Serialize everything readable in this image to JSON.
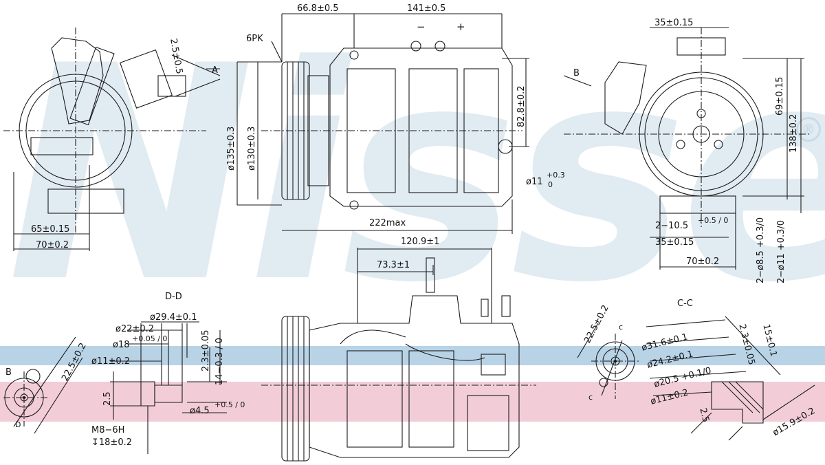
{
  "brand": {
    "watermark": "Nissens",
    "registered_mark": "®",
    "band_colors": {
      "blue": "#b9d3e6",
      "pink": "#f2cdd7"
    }
  },
  "front_view": {
    "dim_65": "65±0.15",
    "dim_70": "70±0.2",
    "dim_2_5": "2.5±0.5",
    "view_A": "A"
  },
  "side_view": {
    "dim_66_8": "66.8±0.5",
    "dim_141": "141±0.5",
    "label_6pk": "6PK",
    "dia_135": "ø135±0.3",
    "dia_130": "ø130±0.3",
    "dim_82_8": "82.8±0.2",
    "dia_11_base": "ø11",
    "dia_11_tol_upper": "+0.3",
    "dia_11_tol_lower": "0",
    "dim_222": "222max",
    "terminal_minus": "−",
    "terminal_plus": "+"
  },
  "rear_view": {
    "dim_35_top": "35±0.15",
    "view_B": "B",
    "dim_69": "69±0.15",
    "dim_138": "138±0.2",
    "hole_10_5_base": "2−10.5",
    "hole_10_5_tol": "+0.5 / 0",
    "dim_35_bottom": "35±0.15",
    "dim_70": "70±0.2",
    "hole_8_5": "2−ø8.5 +0.3/0",
    "hole_11": "2−ø11 +0.3/0"
  },
  "top_view": {
    "dim_120_9": "120.9±1",
    "dim_73_3": "73.3±1"
  },
  "section_dd": {
    "title": "D-D",
    "dia_29_4": "ø29.4±0.1",
    "dia_22": "ø22±0.2",
    "dia_18_base": "ø18",
    "dia_18_tol": "+0.05 / 0",
    "dia_11": "ø11±0.2",
    "dim_2_3": "2.3±0.05",
    "dim_14": "14−0.3 / 0",
    "dim_2_5": "2.5",
    "dia_4_5_base": "ø4.5",
    "dia_4_5_tol": "+0.5 / 0",
    "thread": "M8−6H",
    "depth": "↧18±0.2",
    "view_B": "B",
    "dim_22_5": "22.5±0.2",
    "mark_D": "D"
  },
  "section_cc": {
    "title": "C-C",
    "dim_22_5": "22.5±0.2",
    "mark_c_top": "c",
    "mark_c_bottom": "c",
    "dia_31_6": "ø31.6±0.1",
    "dia_24_2": "ø24.2±0.1",
    "dia_20_5": "ø20.5 +0.1/0",
    "dia_11": "ø11±0.2",
    "dim_2_3": "2.3±0.05",
    "dim_15": "15±0.1",
    "dim_2_5": "2.5",
    "dia_15_9": "ø15.9±0.2"
  }
}
